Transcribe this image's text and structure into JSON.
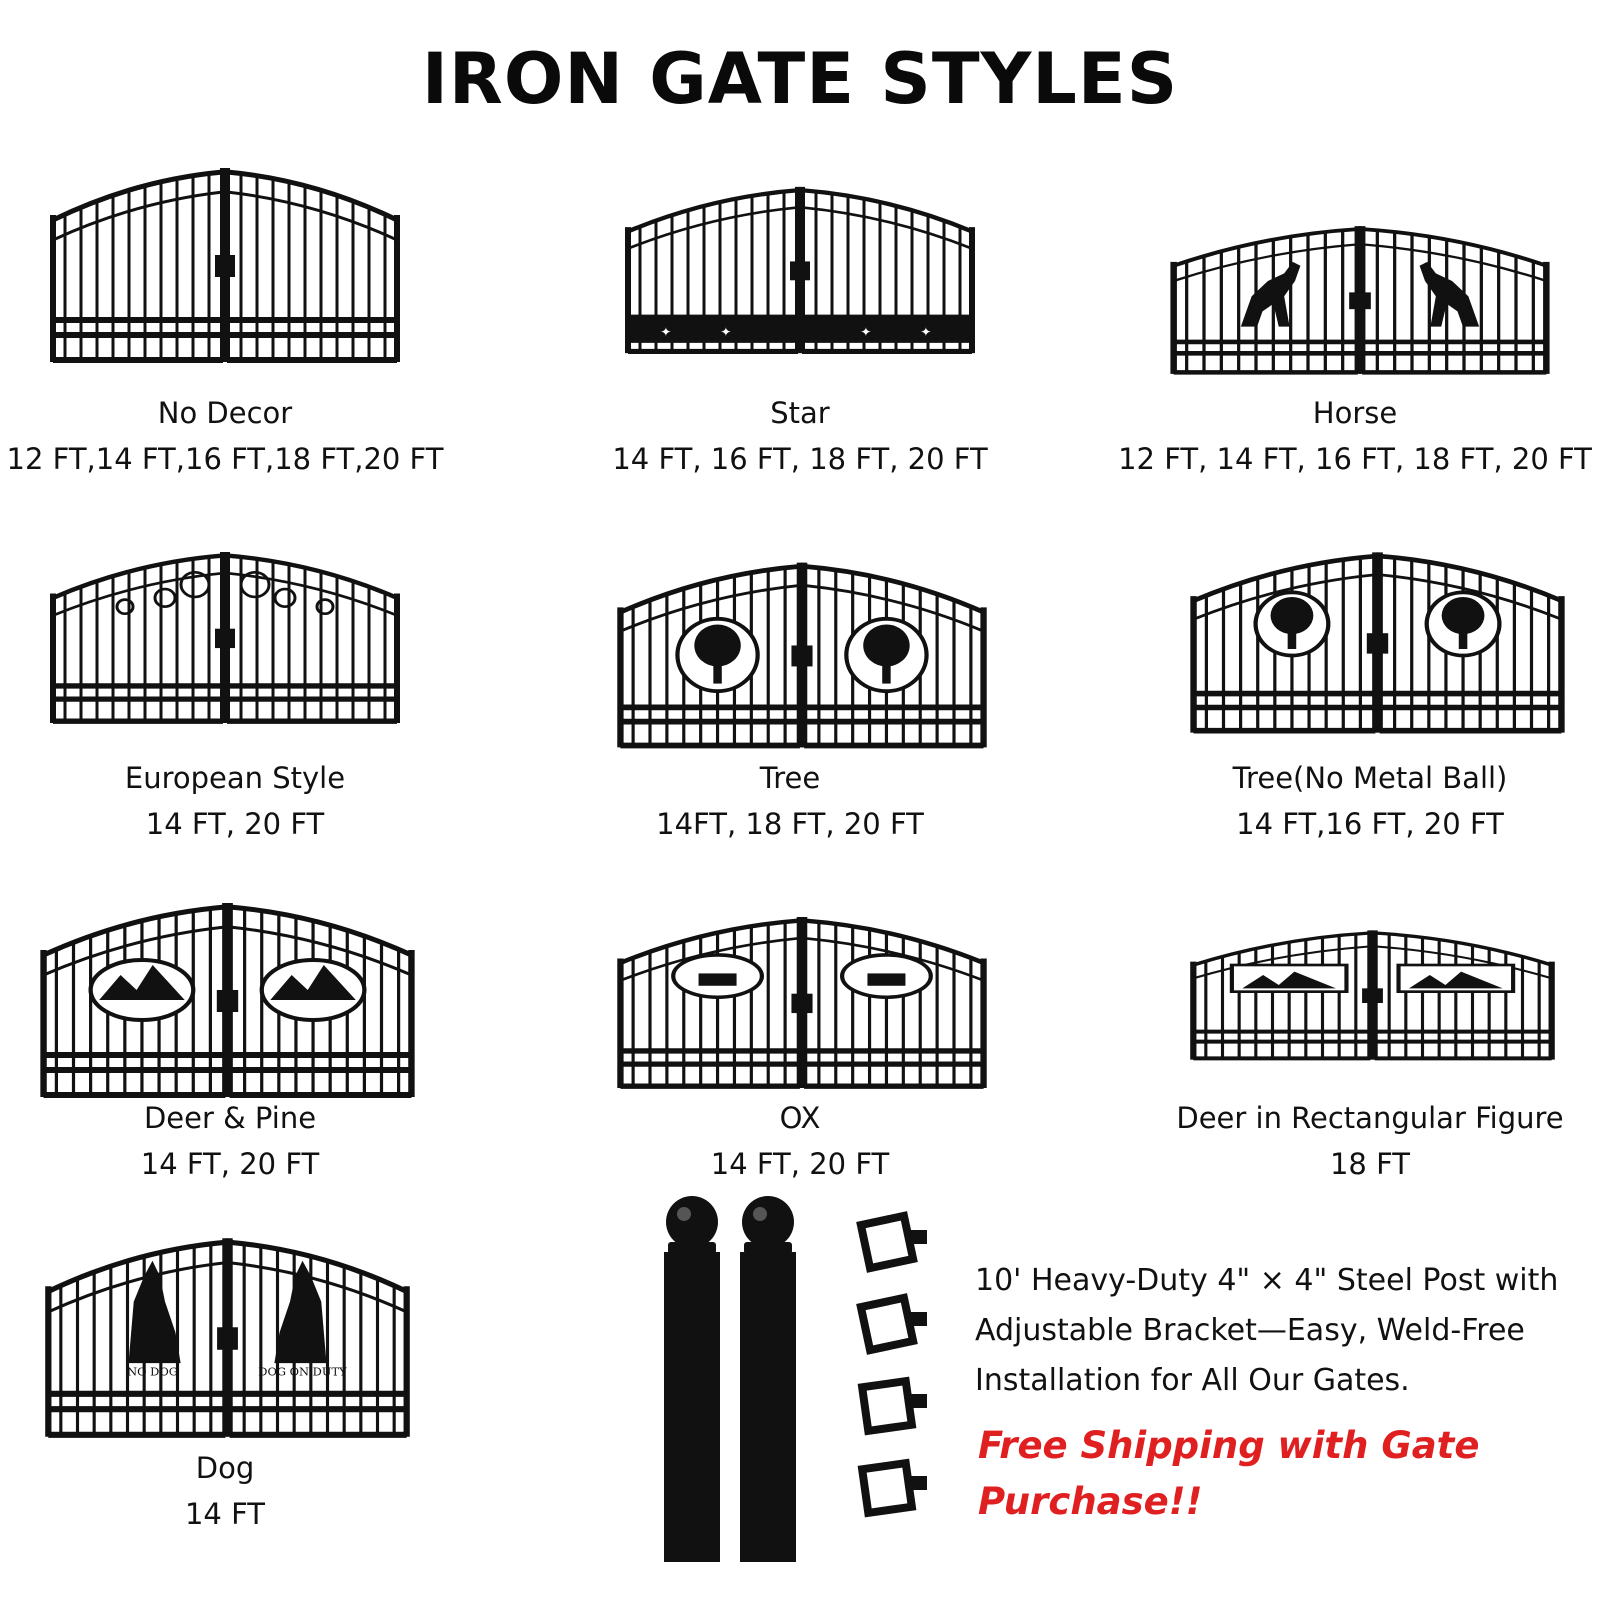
{
  "page": {
    "title": "IRON GATE STYLES"
  },
  "gates": [
    {
      "id": "no-decor",
      "name": "No Decor",
      "sizes": "12 FT,14 FT,16 FT,18 FT,20 FT",
      "icon": "gate-arched-icon"
    },
    {
      "id": "star",
      "name": "Star",
      "sizes": "14 FT, 16 FT, 18 FT, 20 FT",
      "icon": "gate-star-icon"
    },
    {
      "id": "horse",
      "name": "Horse",
      "sizes": "12 FT, 14 FT, 16 FT, 18 FT, 20 FT",
      "icon": "gate-horse-icon"
    },
    {
      "id": "european",
      "name": "European Style",
      "sizes": "14 FT, 20 FT",
      "icon": "gate-scroll-icon"
    },
    {
      "id": "tree",
      "name": "Tree",
      "sizes": "14FT, 18 FT, 20 FT",
      "icon": "gate-tree-icon"
    },
    {
      "id": "tree-no-ball",
      "name": "Tree(No Metal Ball)",
      "sizes": "14 FT,16 FT, 20 FT",
      "icon": "gate-tree-icon"
    },
    {
      "id": "deer-pine",
      "name": "Deer & Pine",
      "sizes": "14 FT, 20 FT",
      "icon": "gate-deer-oval-icon"
    },
    {
      "id": "ox",
      "name": "OX",
      "sizes": "14 FT, 20 FT",
      "icon": "gate-ox-oval-icon"
    },
    {
      "id": "deer-rect",
      "name": "Deer in Rectangular Figure",
      "sizes": "18 FT",
      "icon": "gate-deer-rect-icon"
    },
    {
      "id": "dog",
      "name": "Dog",
      "sizes": "14 FT",
      "icon": "gate-dog-icon"
    }
  ],
  "dog_plaques": [
    "NO DOG",
    "DOG ON DUTY"
  ],
  "accessory": {
    "description": "10' Heavy-Duty 4\" × 4\" Steel Post with Adjustable Bracket—Easy, Weld-Free Installation for All Our Gates.",
    "promo": "Free Shipping with Gate Purchase!!",
    "promo_color": "#e02020"
  }
}
